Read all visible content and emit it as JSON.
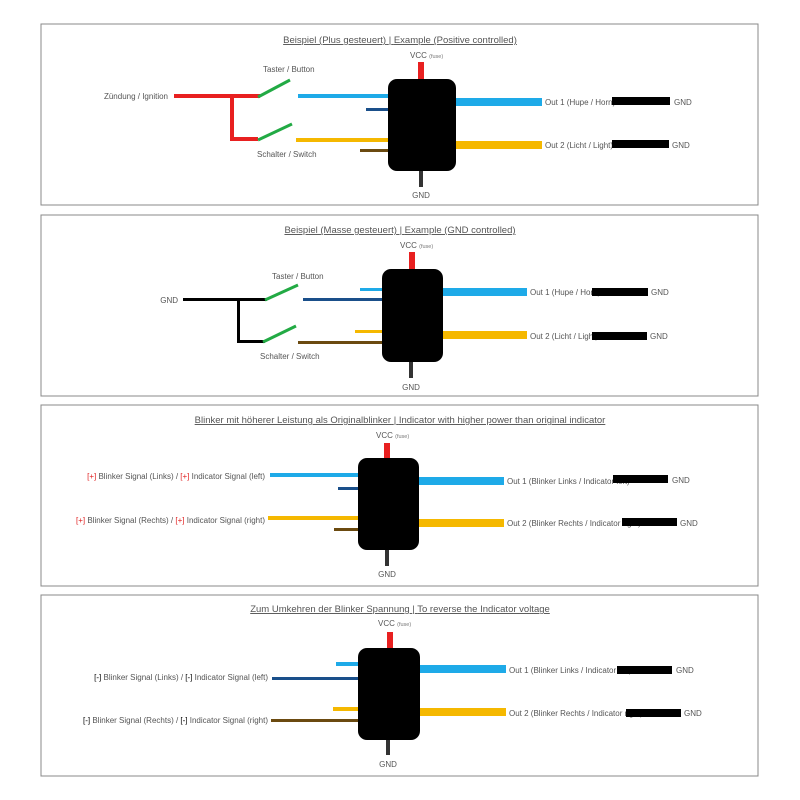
{
  "colors": {
    "red": "#e82020",
    "blue": "#1eaae8",
    "yellow": "#f5b800",
    "black": "#000000",
    "green": "#22aa44",
    "darkblue": "#1a4f8a",
    "brown": "#6b4a10",
    "grey": "#333333"
  },
  "d1": {
    "title_de": "Beispiel (Plus gesteuert)",
    "sep": "|",
    "title_en": "Example (Positive controlled)",
    "vcc": "VCC",
    "fuse": "(fuse)",
    "gnd": "GND",
    "input": "Zündung / Ignition",
    "button": "Taster / Button",
    "switch": "Schalter / Switch",
    "out1": "Out 1 (Hupe / Horn)",
    "out2": "Out 2 (Licht / Light)",
    "gnd1": "GND",
    "gnd2": "GND"
  },
  "d2": {
    "title_de": "Beispiel (Masse gesteuert)",
    "sep": "|",
    "title_en": "Example (GND controlled)",
    "vcc": "VCC",
    "fuse": "(fuse)",
    "gnd": "GND",
    "input": "GND",
    "button": "Taster / Button",
    "switch": "Schalter / Switch",
    "out1": "Out 1 (Hupe / Horn)",
    "out2": "Out 2 (Licht / Light)",
    "gnd1": "GND",
    "gnd2": "GND"
  },
  "d3": {
    "title_de": "Blinker mit höherer Leistung als Originalblinker",
    "sep": "|",
    "title_en": "Indicator with higher power than original indicator",
    "vcc": "VCC",
    "fuse": "(fuse)",
    "gnd": "GND",
    "pol": "[+]",
    "in1_de": " Blinker Signal (Links) / ",
    "in1_en": " Indicator Signal (left)",
    "in2_de": " Blinker Signal (Rechts) / ",
    "in2_en": " Indicator Signal (right)",
    "out1": "Out 1 (Blinker Links / Indicator left)",
    "out2": "Out 2 (Blinker Rechts / Indicator right)",
    "gnd1": "GND",
    "gnd2": "GND"
  },
  "d4": {
    "title_de": "Zum Umkehren der Blinker Spannung",
    "sep": "|",
    "title_en": "To reverse the Indicator voltage",
    "vcc": "VCC",
    "fuse": "(fuse)",
    "gnd": "GND",
    "pol": "[-]",
    "in1_de": " Blinker Signal (Links) / ",
    "in1_en": " Indicator Signal (left)",
    "in2_de": "  Blinker Signal (Rechts) / ",
    "in2_en": " Indicator Signal (right)",
    "out1": "Out 1 (Blinker Links / Indicator left)",
    "out2": "Out 2 (Blinker Rechts / Indicator right)",
    "gnd1": "GND",
    "gnd2": "GND"
  }
}
